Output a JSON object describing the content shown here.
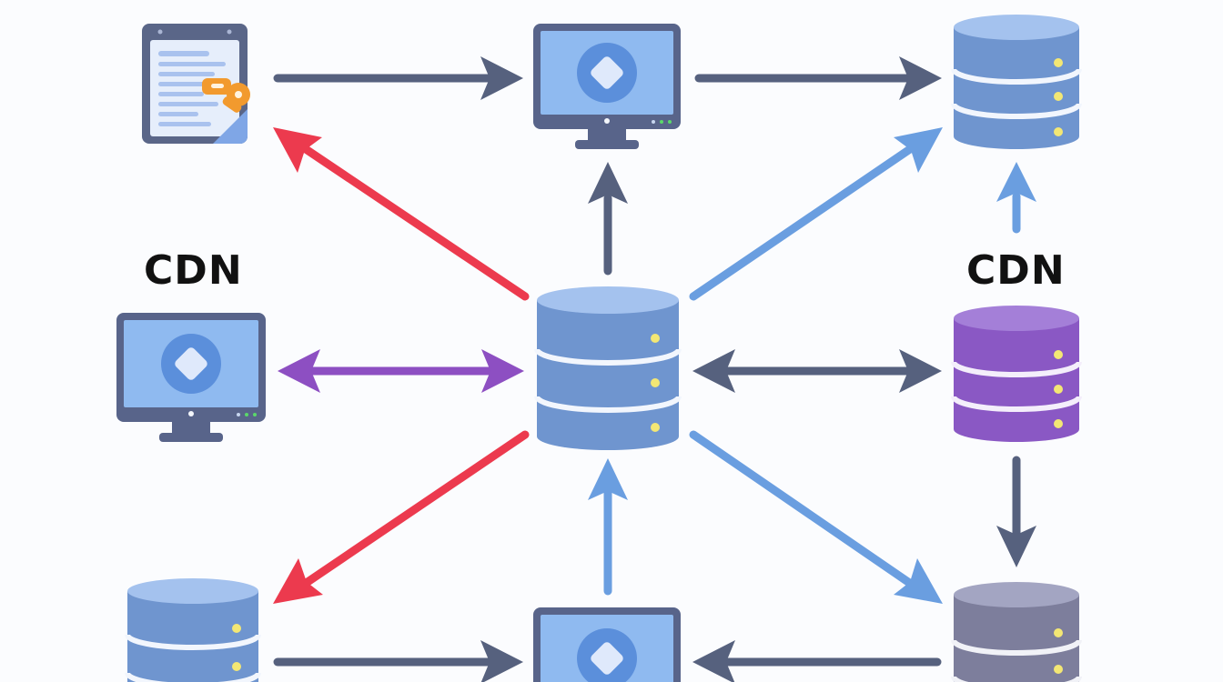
{
  "labels": {
    "cdn_left": "CDN",
    "cdn_right": "CDN"
  },
  "colors": {
    "background": "#fbfcfe",
    "arrow_gray": "#56617e",
    "arrow_red": "#ec3a4e",
    "arrow_blue": "#6a9ee0",
    "arrow_purple": "#8d4fc2",
    "db_blue": "#6f95cf",
    "db_purple": "#8a58c4",
    "db_gray": "#7d7e9c",
    "monitor_frame": "#58648a",
    "monitor_screen": "#8fbaf0",
    "document_accent": "#f29a2e"
  },
  "nodes": [
    {
      "id": "document-top-left",
      "kind": "document"
    },
    {
      "id": "monitor-top-center",
      "kind": "monitor"
    },
    {
      "id": "database-top-right",
      "kind": "database",
      "color": "blue"
    },
    {
      "id": "monitor-mid-left",
      "kind": "monitor"
    },
    {
      "id": "database-center",
      "kind": "database",
      "color": "blue"
    },
    {
      "id": "database-mid-right",
      "kind": "database",
      "color": "purple"
    },
    {
      "id": "database-bottom-left",
      "kind": "database",
      "color": "blue"
    },
    {
      "id": "monitor-bottom-center",
      "kind": "monitor"
    },
    {
      "id": "database-bottom-right",
      "kind": "database",
      "color": "gray"
    }
  ],
  "edges": [
    {
      "from": "document-top-left",
      "to": "monitor-top-center",
      "color": "gray"
    },
    {
      "from": "monitor-top-center",
      "to": "database-top-right",
      "color": "gray"
    },
    {
      "from": "database-center",
      "to": "document-top-left",
      "color": "red"
    },
    {
      "from": "database-center",
      "to": "monitor-top-center",
      "color": "gray"
    },
    {
      "from": "database-center",
      "to": "database-top-right",
      "color": "blue"
    },
    {
      "from": "database-mid-right",
      "to": "database-top-right",
      "color": "blue"
    },
    {
      "from": "monitor-mid-left",
      "to": "database-center",
      "color": "purple",
      "bidirectional": true
    },
    {
      "from": "database-center",
      "to": "database-mid-right",
      "color": "gray",
      "bidirectional": true
    },
    {
      "from": "database-mid-right",
      "to": "database-bottom-right",
      "color": "gray"
    },
    {
      "from": "database-center",
      "to": "database-bottom-left",
      "color": "red"
    },
    {
      "from": "monitor-bottom-center",
      "to": "database-center",
      "color": "blue"
    },
    {
      "from": "database-center",
      "to": "database-bottom-right",
      "color": "blue"
    },
    {
      "from": "database-bottom-left",
      "to": "monitor-bottom-center",
      "color": "gray"
    },
    {
      "from": "database-bottom-right",
      "to": "monitor-bottom-center",
      "color": "gray"
    }
  ]
}
